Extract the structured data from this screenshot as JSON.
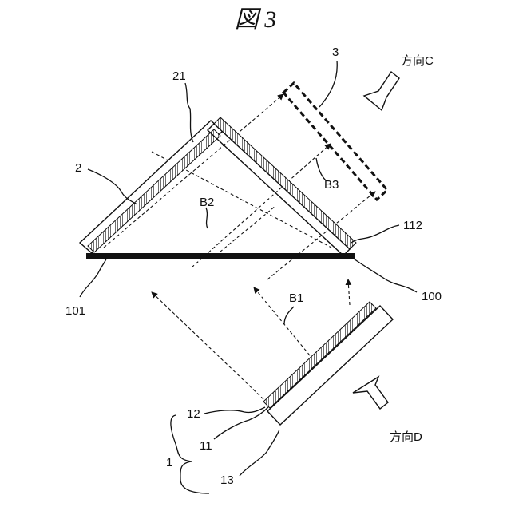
{
  "figure": {
    "title": "図 3",
    "direction_c": "方向C",
    "direction_d": "方向D",
    "labels": {
      "n3": "3",
      "n21": "21",
      "n2": "2",
      "b2": "B2",
      "b3": "B3",
      "n112": "112",
      "n101": "101",
      "n100": "100",
      "b1": "B1",
      "n12": "12",
      "n11": "11",
      "n1": "1",
      "n13": "13"
    }
  }
}
